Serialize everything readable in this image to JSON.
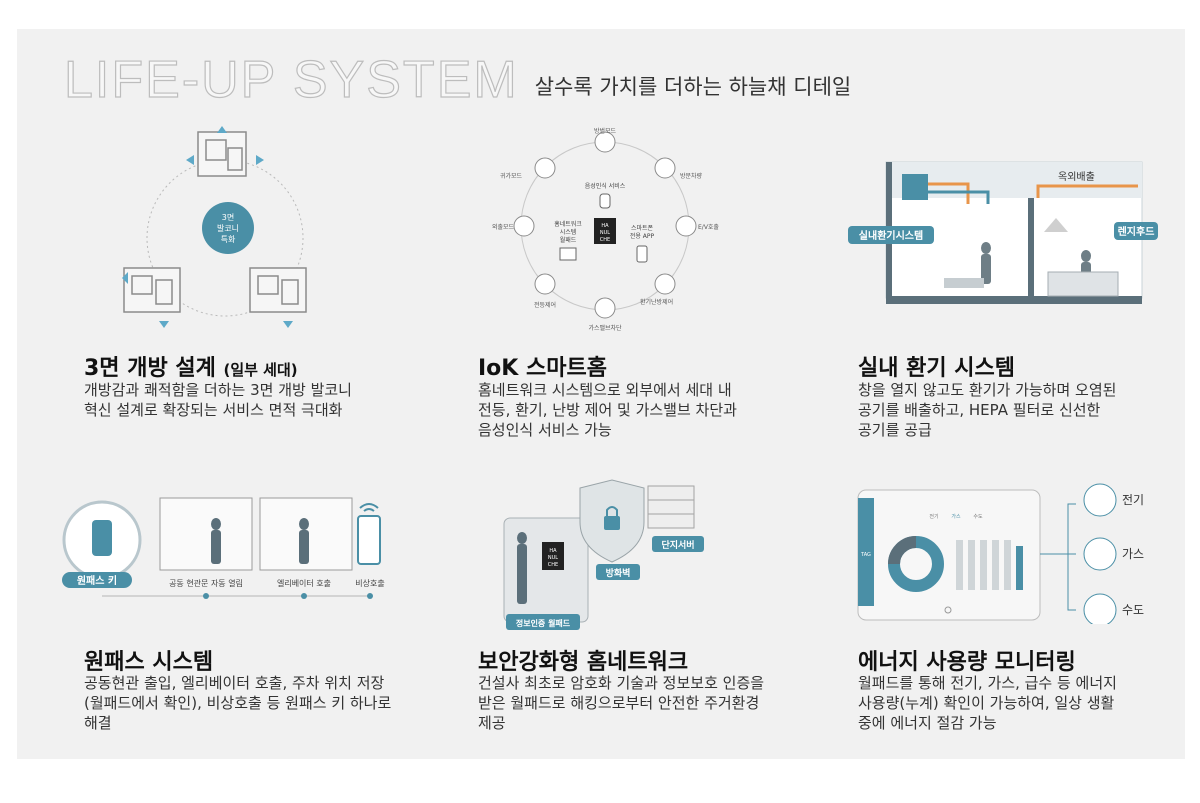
{
  "header": {
    "title": "LIFE-UP SYSTEM",
    "subtitle": "살수록 가치를 더하는 하늘채 디테일"
  },
  "colors": {
    "accent": "#4a8fa6",
    "text": "#111111",
    "panel": "#f1f1f1",
    "orange": "#e8954a"
  },
  "features": [
    {
      "title": "3면 개방 설계",
      "title_sub": "(일부 세대)",
      "desc": [
        "개방감과 쾌적함을 더하는 3면 개방 발코니",
        "혁신 설계로 확장되는 서비스 면적 극대화"
      ],
      "illus": {
        "center_label": [
          "3면",
          "발코니",
          "특화"
        ]
      }
    },
    {
      "title": "IoK 스마트홈",
      "desc": [
        "홈네트워크 시스템으로 외부에서 세대 내",
        "전등, 환기, 난방 제어 및 가스밸브 차단과",
        "음성인식 서비스 가능"
      ],
      "illus": {
        "ring_labels": [
          "방범모드",
          "방문차량",
          "E/V호출",
          "환기난방제어",
          "가스밸브차단",
          "전등제어",
          "외출모드",
          "귀가모드"
        ],
        "voice_label": "음성인식 서비스",
        "left_box": [
          "홈네트워크",
          "시스템",
          "월패드"
        ],
        "center_logo": [
          "HA",
          "NUL",
          "CHE"
        ],
        "right_box": [
          "스마트폰",
          "전용 APP"
        ]
      }
    },
    {
      "title": "실내 환기 시스템",
      "desc": [
        "창을 열지 않고도 환기가 가능하며 오염된",
        "공기를 배출하고, HEPA 필터로 신선한",
        "공기를 공급"
      ],
      "illus": {
        "exhaust_label": "옥외배출",
        "system_label": "실내환기시스템",
        "hood_label": "렌지후드"
      }
    },
    {
      "title": "원패스 시스템",
      "desc": [
        "공동현관 출입, 엘리베이터 호출, 주차 위치 저장",
        "(월패드에서 확인), 비상호출 등 원패스 키 하나로",
        "해결"
      ],
      "illus": {
        "steps": [
          "원패스 키",
          "공동 현관문 자동 열림",
          "엘리베이터 호출",
          "비상호출"
        ]
      }
    },
    {
      "title": "보안강화형 홈네트워크",
      "desc": [
        "건설사 최초로 암호화 기술과 정보보호 인증을",
        "받은 월패드로 해킹으로부터 안전한 주거환경",
        "제공"
      ],
      "illus": {
        "server_label": "단지서버",
        "firewall_label": "방화벽",
        "wallpad_label": "정보인증 월패드",
        "logo": [
          "HA",
          "NUL",
          "CHE"
        ]
      }
    },
    {
      "title": "에너지 사용량 모니터링",
      "desc": [
        "월패드를 통해 전기, 가스, 급수 등 에너지",
        "사용량(누계) 확인이 가능하여, 일상 생활",
        "중에 에너지 절감 가능"
      ],
      "illus": {
        "tabs": [
          "전기",
          "가스",
          "수도"
        ],
        "side_tag": "TAG",
        "branches": [
          "전기",
          "가스",
          "수도"
        ]
      }
    }
  ]
}
